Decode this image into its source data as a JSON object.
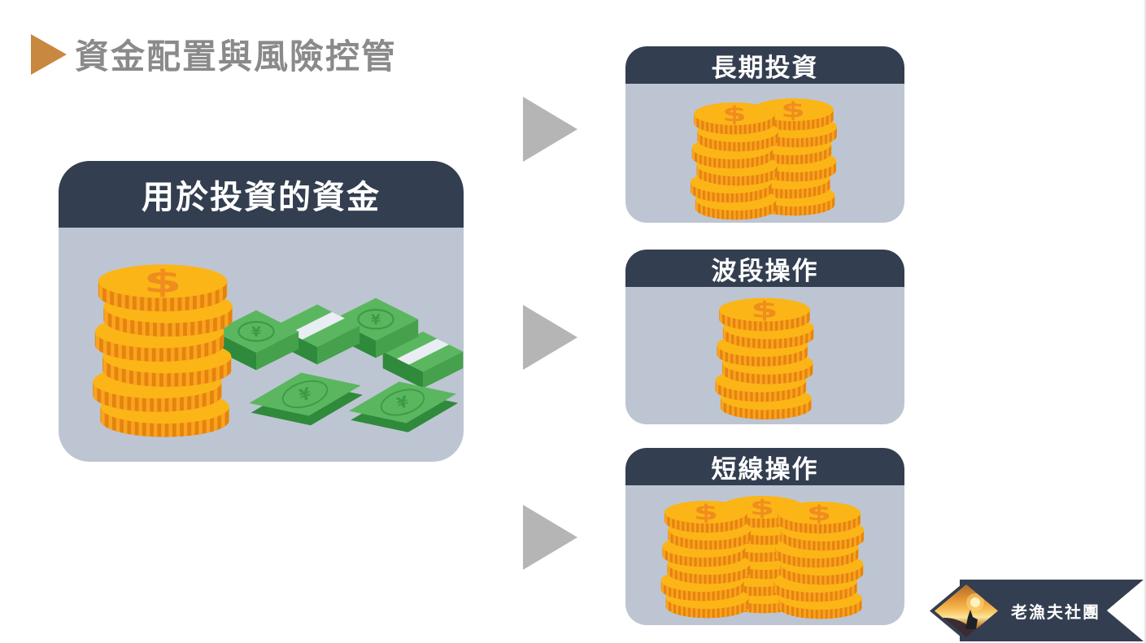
{
  "slide": {
    "title": "資金配置與風險控管",
    "source_box": {
      "label": "用於投資的資金"
    },
    "target_boxes": [
      {
        "label": "長期投資"
      },
      {
        "label": "波段操作"
      },
      {
        "label": "短線操作"
      }
    ],
    "badge": {
      "label": "老漁夫社團"
    },
    "art": {
      "coin_symbol": "$",
      "note_symbol": "¥"
    },
    "colors": {
      "header_navy": "#333E50",
      "panel_gray_blue": "#BDC5D2",
      "flow_arrow_gray": "#B5B5B5",
      "title_bullet_orange": "#C8883F",
      "title_text_gray": "#8A8A8A",
      "coin_gold": "#FBB517",
      "coin_rim_orange": "#EE8B12",
      "banknote_green": "#5BB75F"
    }
  }
}
